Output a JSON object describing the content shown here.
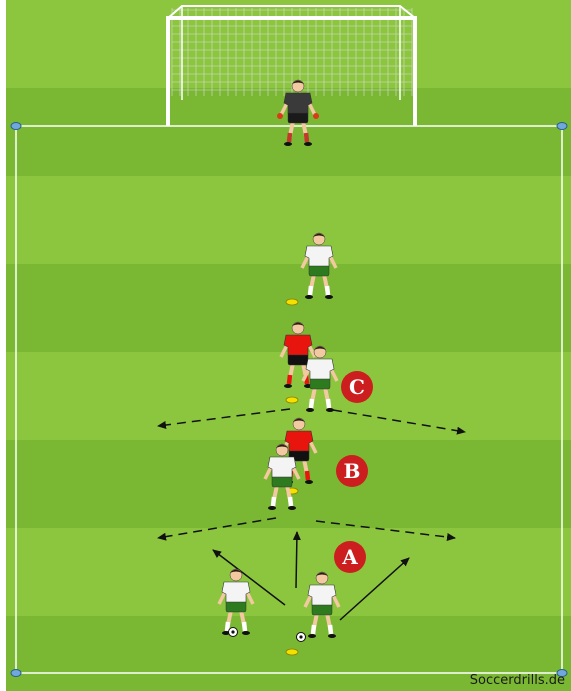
{
  "colors": {
    "grass_light": "#8cc63f",
    "grass_dark": "#7ab833",
    "line": "#ffffff",
    "goal_net": "#d9d9d9",
    "badge": "#cc1e1e",
    "badge_text": "#ffffff",
    "team_white_shirt": "#f4f4f4",
    "team_white_shorts": "#2e7a1e",
    "team_red_shirt": "#e8150e",
    "team_red_shorts": "#111111",
    "goalkeeper_shirt": "#3a3a3a",
    "goalkeeper_gloves": "#d83a1a",
    "cone": "#f5e100",
    "marker_disc": "#6fa8dc"
  },
  "stations": [
    {
      "id": "A",
      "label": "A"
    },
    {
      "id": "B",
      "label": "B"
    },
    {
      "id": "C",
      "label": "C"
    }
  ],
  "icons": {
    "goal": "goal-icon",
    "goalkeeper": "goalkeeper-icon",
    "attacker": "player-white-icon",
    "defender": "player-red-icon",
    "ball": "ball-icon",
    "cone": "cone-icon",
    "arrow_solid": "pass-arrow-icon",
    "arrow_dashed": "run-arrow-icon"
  },
  "watermark": "Soccerdrills.de"
}
